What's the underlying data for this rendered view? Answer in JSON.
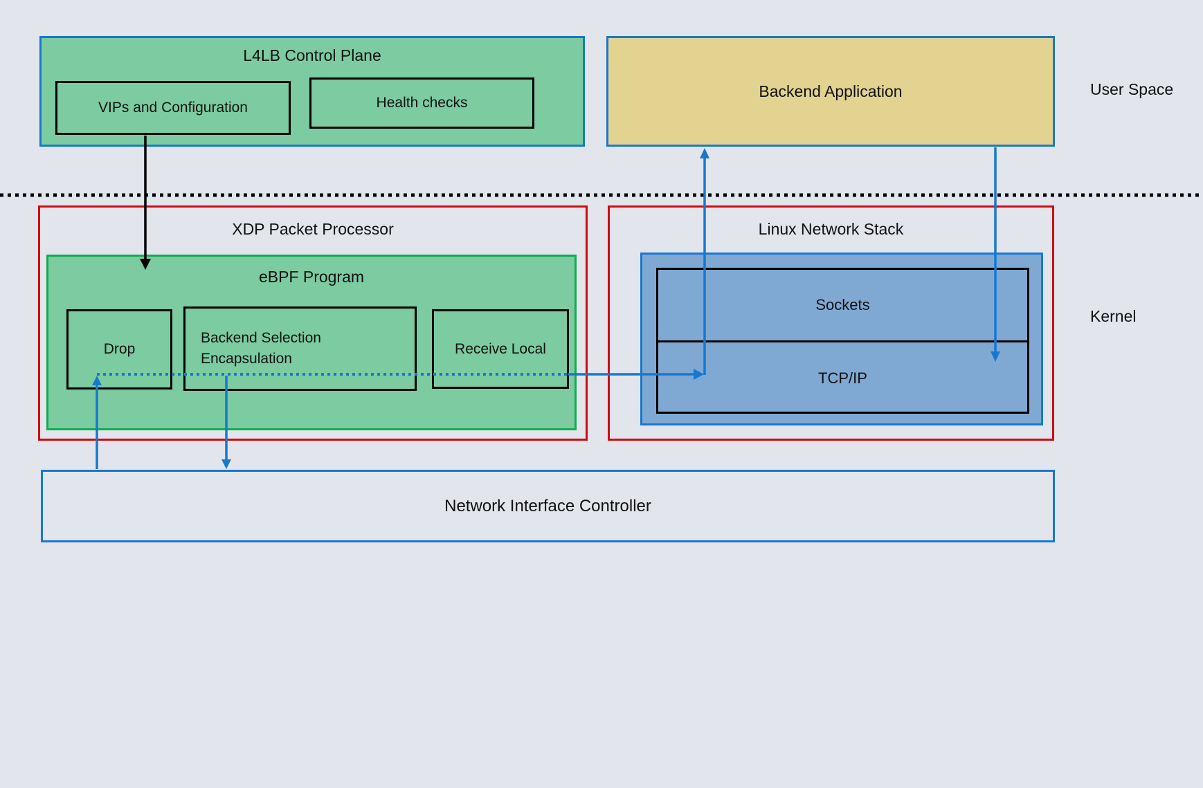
{
  "colors": {
    "bg": "#E2E5EC",
    "green-fill": "#7CCBA1",
    "green-border": "#0EAD52",
    "blue": "#1778CE",
    "blue-fill": "#7FA9D3",
    "tan": "#E2D391",
    "red": "#CE0B10",
    "ink": "#111111"
  },
  "regions": {
    "user_space": "User Space",
    "kernel": "Kernel"
  },
  "l4lb": {
    "title": "L4LB Control Plane",
    "vips": "VIPs and Configuration",
    "health": "Health checks"
  },
  "backend": {
    "title": "Backend Application"
  },
  "xdp": {
    "title": "XDP Packet Processor",
    "ebpf": {
      "title": "eBPF Program",
      "drop": "Drop",
      "backend_selection_line1": "Backend Selection",
      "backend_selection_line2": "Encapsulation",
      "receive_local": "Receive Local"
    }
  },
  "lns": {
    "title": "Linux Network Stack",
    "sockets": "Sockets",
    "tcpip": "TCP/IP"
  },
  "nic": {
    "title": "Network Interface Controller"
  }
}
